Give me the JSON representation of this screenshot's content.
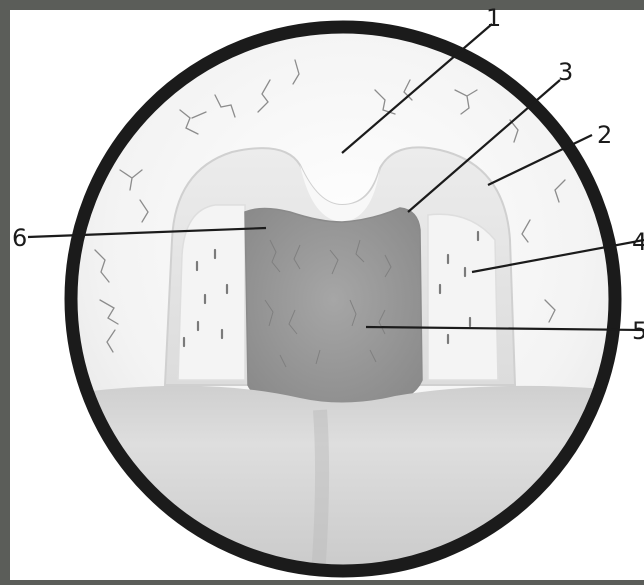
{
  "labels": [
    "1",
    "2",
    "3",
    "4",
    "5",
    "6"
  ],
  "colors": {
    "frame_background": "#5b5d59",
    "panel_background": "#ffffff",
    "circle_outline": "#1b1b1b",
    "pharynx_wall": "#f1f1f1",
    "arches": "#e6e6e6",
    "tonsil_mass": "#9e9e9e",
    "tongue": "#dcdcdc",
    "vessels": "#8a8a8a",
    "leader_lines": "#1b1b1b"
  }
}
